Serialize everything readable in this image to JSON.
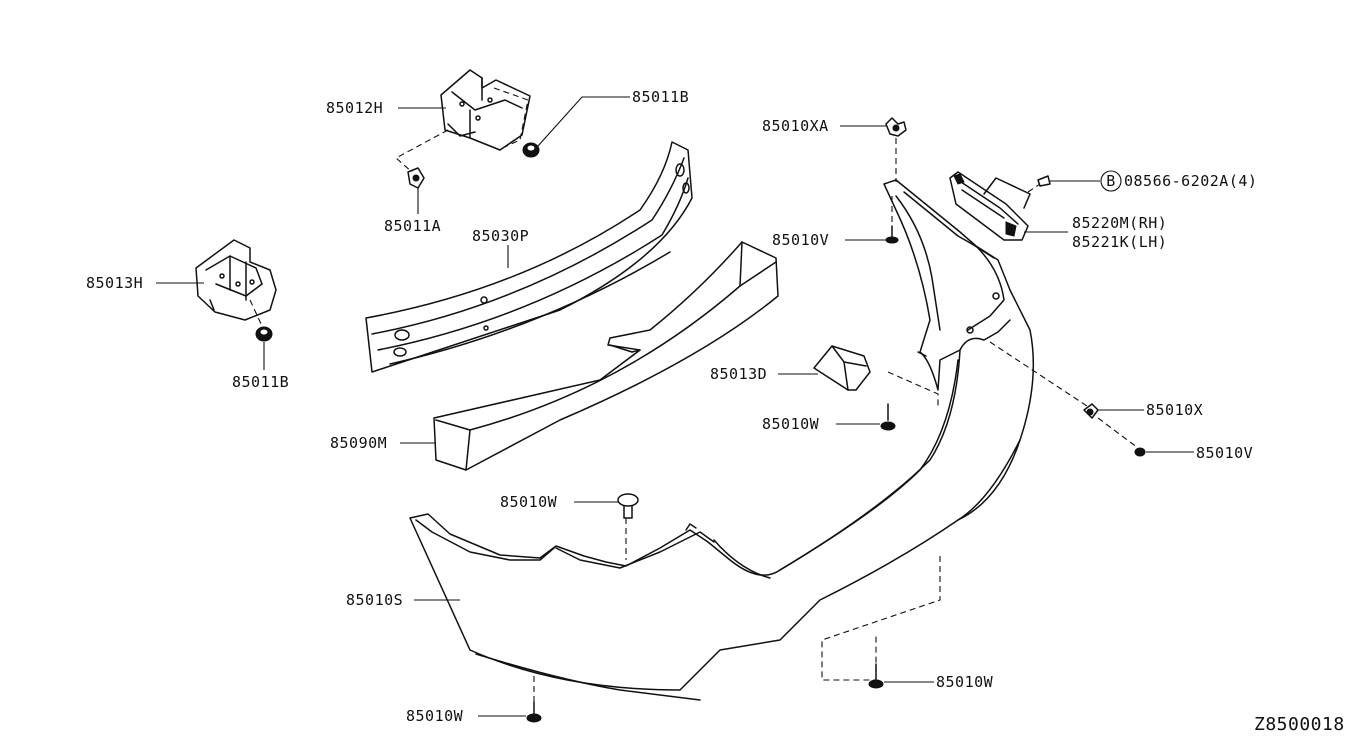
{
  "diagram_code": "Z8500018",
  "callout_marker": "B",
  "labels": {
    "p85012H": "85012H",
    "p85011B_top": "85011B",
    "p85011A": "85011A",
    "p85030P": "85030P",
    "p85013H": "85013H",
    "p85011B_bottom": "85011B",
    "p85090M": "85090M",
    "p85010XA": "85010XA",
    "p08566": "08566-6202A(4)",
    "p85220M": "85220M(RH)",
    "p85221K": "85221K(LH)",
    "p85010V_top": "85010V",
    "p85013D": "85013D",
    "p85010W_mid": "85010W",
    "p85010X": "85010X",
    "p85010V_right": "85010V",
    "p85010W_center": "85010W",
    "p85010S": "85010S",
    "p85010W_bottom_right": "85010W",
    "p85010W_bottom_left": "85010W"
  }
}
